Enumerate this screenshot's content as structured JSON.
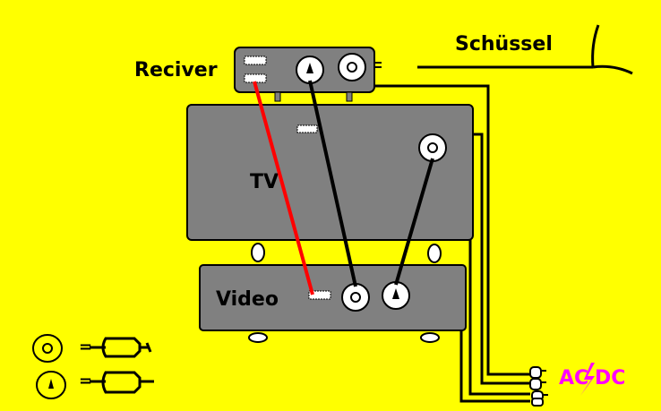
{
  "labels": {
    "receiver": "Reciver",
    "tv": "TV",
    "video": "Video",
    "dish": "Schüssel",
    "acdc_left": "AC",
    "acdc_right": "DC"
  },
  "colors": {
    "background": "#ffff00",
    "device_fill": "#808080",
    "cable_black": "#000000",
    "cable_red": "#ff0000",
    "acdc": "#ff00ff"
  },
  "legend": [
    {
      "symbol": "round-jack-icon",
      "equals": "=",
      "plug": "plug-icon"
    },
    {
      "symbol": "pointed-jack-icon",
      "equals": "=",
      "plug": "plug-icon"
    }
  ]
}
